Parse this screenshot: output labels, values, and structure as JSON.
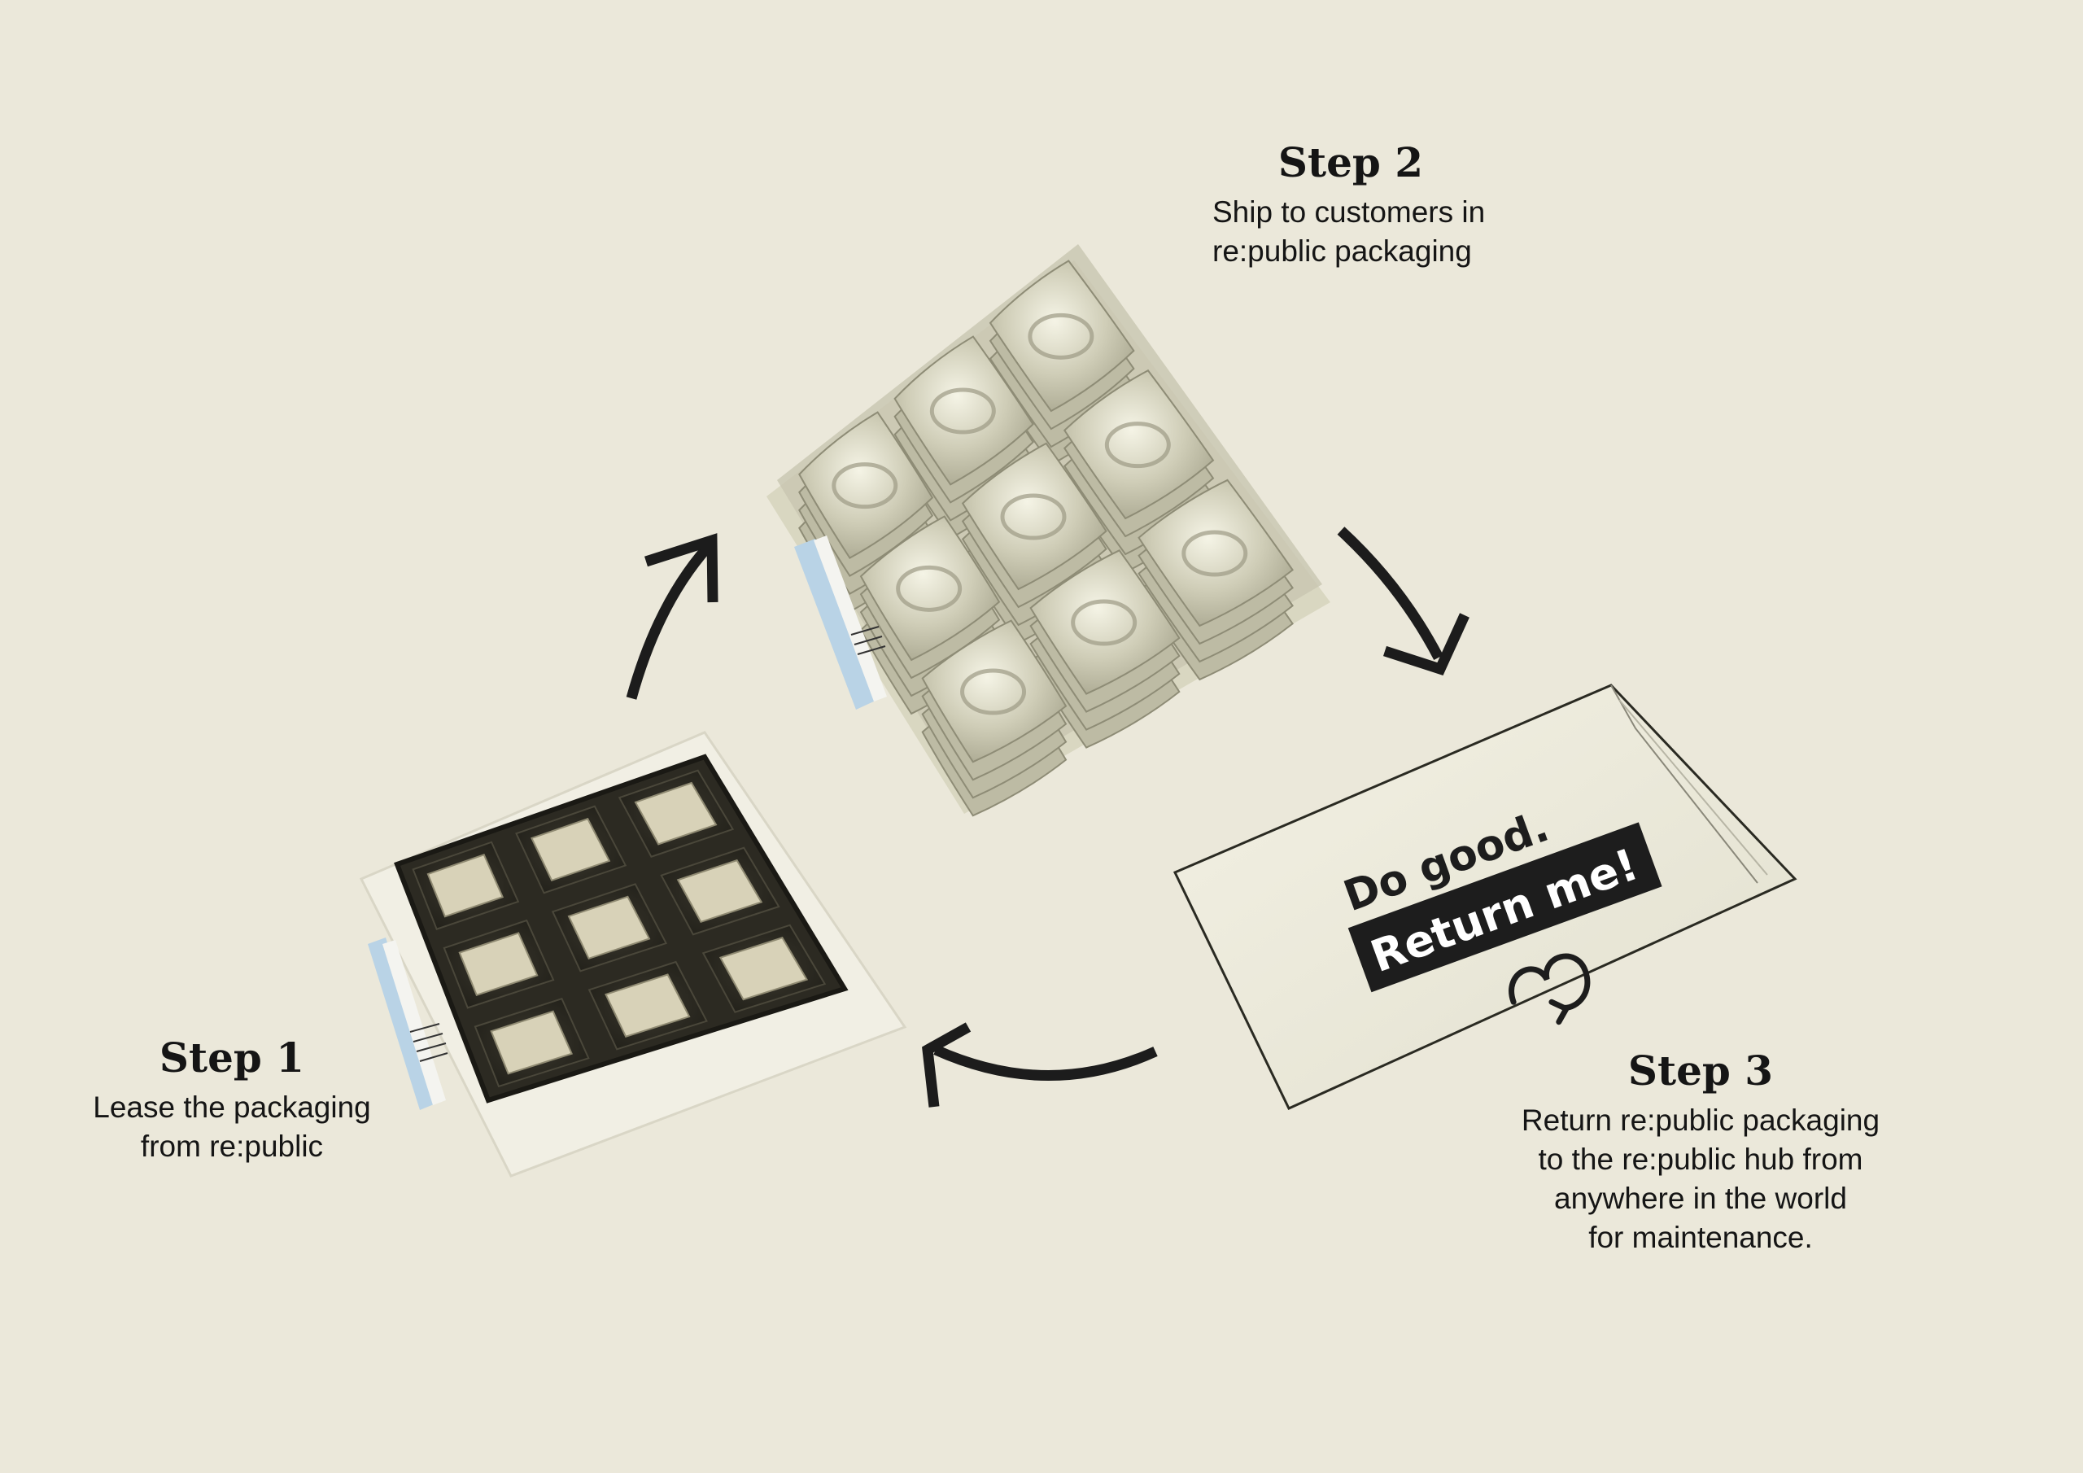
{
  "colors": {
    "background": "#ebe8da",
    "arrow": "#1c1c1c",
    "tray_dark": "#2c2a22",
    "pouch_light": "#e4e2cd",
    "label_blue": "#b9d3e6"
  },
  "steps": [
    {
      "title": "Step 1",
      "text": "Lease the packaging\nfrom re:public"
    },
    {
      "title": "Step 2",
      "text": "Ship to customers in\nre:public packaging"
    },
    {
      "title": "Step 3",
      "text": "Return re:public packaging\nto the re:public hub from\nanywhere in the world\nfor maintenance."
    }
  ],
  "mailer": {
    "line1": "Do good.",
    "line2": "Return me!",
    "logo_icon": "return-loop-icon"
  },
  "icons": [
    "curved-arrow-icon",
    "barcode-label-icon",
    "return-loop-icon"
  ]
}
